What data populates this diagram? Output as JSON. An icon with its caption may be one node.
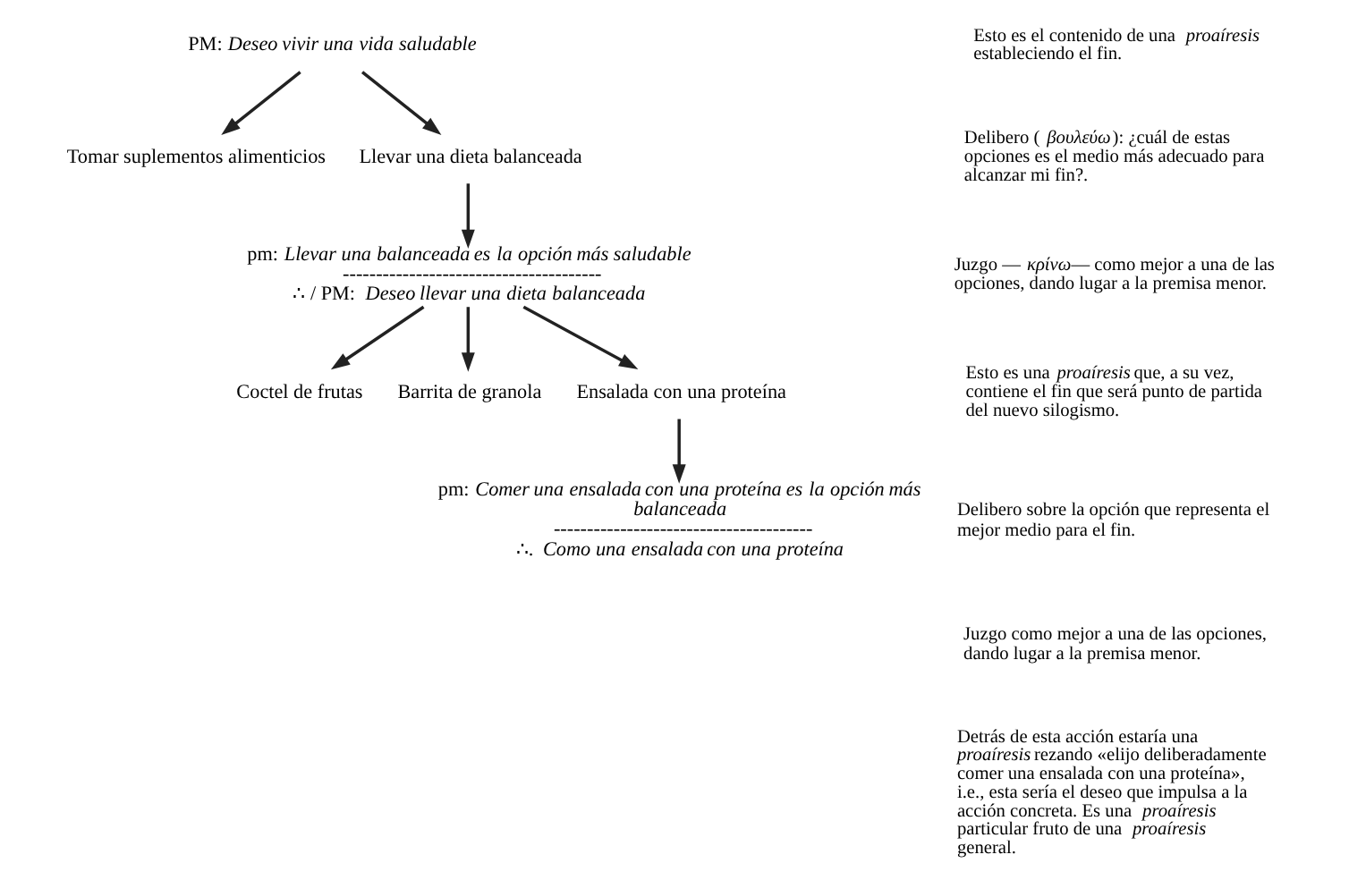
{
  "diagram": {
    "nodes": [
      {
        "text": [
          "PM: *Deseo vivir una vida saludable*"
        ]
      },
      {
        "text": [
          "Tomar suplementos alimenticios"
        ]
      },
      {
        "text": [
          "Llevar una dieta balanceada"
        ]
      },
      {
        "text": [
          "pm: *Llevar una balanceada es la opción más saludable*",
          "---------------------------------------",
          "∴ / PM: *Deseo llevar una dieta balanceada*"
        ]
      },
      {
        "text": [
          "Coctel de frutas"
        ]
      },
      {
        "text": [
          "Barrita de granola"
        ]
      },
      {
        "text": [
          "Ensalada con una proteína"
        ]
      },
      {
        "text": [
          "pm: *Comer una ensalada con una proteína es la opción más balanceada*",
          "---------------------------------------",
          "∴. *Como una ensalada con una proteína*"
        ]
      }
    ],
    "edges": [
      {
        "from": 0,
        "to": 1,
        "arrow": "to"
      },
      {
        "from": 0,
        "to": 2,
        "arrow": "to"
      },
      {
        "from": 2,
        "to": 3,
        "arrow": "to"
      },
      {
        "from": 3,
        "to": 4,
        "arrow": "to"
      },
      {
        "from": 3,
        "to": 5,
        "arrow": "to"
      },
      {
        "from": 3,
        "to": 6,
        "arrow": "to"
      },
      {
        "from": 6,
        "to": 7,
        "arrow": "to"
      }
    ],
    "labels": [
      "Esto es el contenido de una *proaíresis* estableciendo el fin.",
      "Delibero (*βουλεύω*): ¿cuál de estas opciones es el medio más adecuado para alcanzar mi fin?.",
      "Juzgo —*κρίνω*— como mejor a una de las opciones, dando lugar a la premisa menor.",
      "Esto es una *proaíresis* que, a su vez, contiene el fin que será punto de partida del nuevo silogismo.",
      "Delibero sobre la opción que representa el mejor medio para el fin.",
      "Juzgo como mejor a una de las opciones, dando lugar a la premisa menor.",
      "Detrás de esta acción estaría una *proaíresis* rezando «elijo deliberadamente comer una ensalada con una proteína», i.e., esta sería el deseo que impulsa a la acción concreta. Es una *proaíresis* particular fruto de una *proaíresis* general."
    ]
  }
}
